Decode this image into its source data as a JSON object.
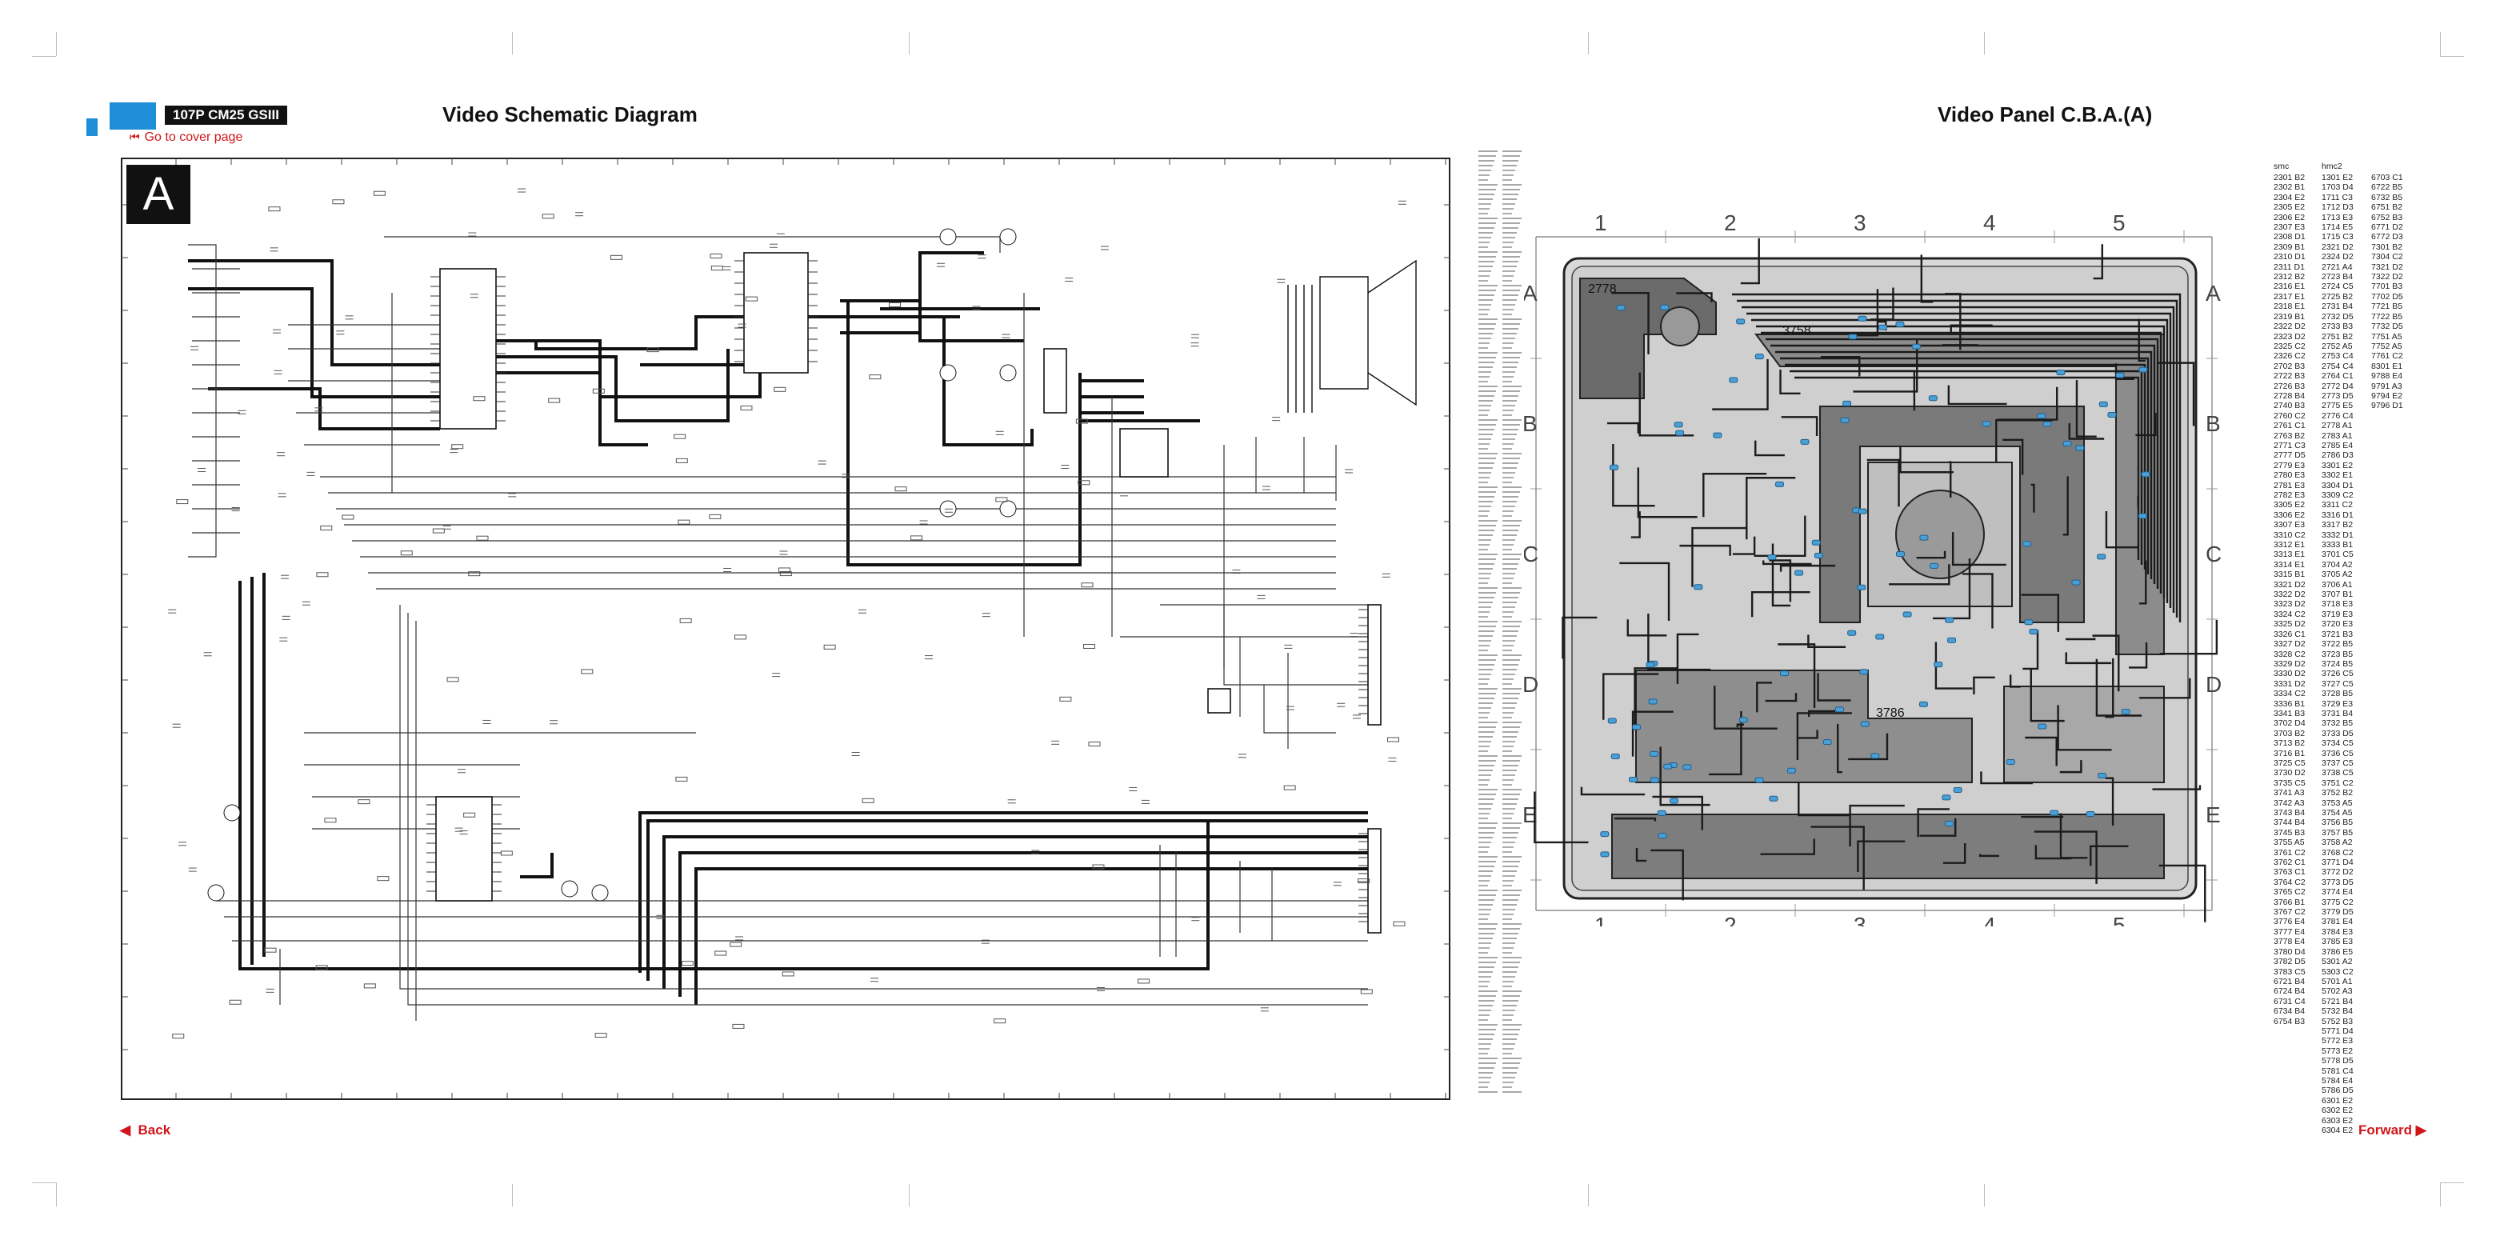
{
  "header": {
    "model_label": "107P CM25 GSIII",
    "cover_link": "Go to cover page",
    "cover_icon": "skip-back-icon"
  },
  "schematic": {
    "title": "Video Schematic Diagram",
    "section_letter": "A"
  },
  "pcb": {
    "title": "Video Panel C.B.A.(A)",
    "columns": [
      "1",
      "2",
      "3",
      "4",
      "5"
    ],
    "rows": [
      "A",
      "B",
      "C",
      "D",
      "E"
    ]
  },
  "navigation": {
    "back_label": "Back",
    "forward_label": "Forward"
  },
  "reference_index": {
    "head_smc": "smc",
    "head_hmc": "hmc2",
    "col1": [
      "2301 B2",
      "2302 B1",
      "2304 E2",
      "2305 E2",
      "2306 E2",
      "2307 E3",
      "2308 D1",
      "2309 B1",
      "2310 D1",
      "2311 D1",
      "2312 B2",
      "2316 E1",
      "2317 E1",
      "2318 E1",
      "2319 B1",
      "2322 D2",
      "2323 D2",
      "2325 C2",
      "2326 C2",
      "2702 B3",
      "2722 B3",
      "2726 B3",
      "2728 B4",
      "2740 B3",
      "2760 C2",
      "2761 C1",
      "2763 B2",
      "2771 C3",
      "2777 D5",
      "2779 E3",
      "2780 E3",
      "2781 E3",
      "2782 E3",
      "3305 E2",
      "3306 E2",
      "3307 E3",
      "3310 C2",
      "3312 E1",
      "3313 E1",
      "3314 E1",
      "3315 B1",
      "3321 D2",
      "3322 D2",
      "3323 D2",
      "3324 C2",
      "3325 D2",
      "3326 C1",
      "3327 D2",
      "3328 C2",
      "3329 D2",
      "3330 D2",
      "3331 D2",
      "3334 C2",
      "3336 B1",
      "3341 B3",
      "3702 D4",
      "3703 B2",
      "3713 B2",
      "3716 B1",
      "3725 C5",
      "3730 D2",
      "3735 C5",
      "3741 A3",
      "3742 A3",
      "3743 B4",
      "3744 B4",
      "3745 B3",
      "3755 A5",
      "3761 C2",
      "3762 C1",
      "3763 C1",
      "3764 C2",
      "3765 C2",
      "3766 B1",
      "3767 C2",
      "3776 E4",
      "3777 E4",
      "3778 E4",
      "3780 D4",
      "3782 D5",
      "3783 C5",
      "6721 B4",
      "6724 B4",
      "6731 C4",
      "6734 B4",
      "6754 B3"
    ],
    "col2": [
      "1301 E2",
      "1703 D4",
      "1711 C3",
      "1712 D3",
      "1713 E3",
      "1714 E5",
      "1715 C3",
      "2321 D2",
      "2324 D2",
      "2721 A4",
      "2723 B4",
      "2724 C5",
      "2725 B2",
      "2731 B4",
      "2732 D5",
      "2733 B3",
      "2751 B2",
      "2752 A5",
      "2753 C4",
      "2754 C4",
      "2764 C1",
      "2772 D4",
      "2773 D5",
      "2775 E5",
      "2776 C4",
      "2778 A1",
      "2783 A1",
      "2785 E4",
      "2786 D3",
      "3301 E2",
      "3302 E1",
      "3304 D1",
      "3309 C2",
      "3311 C2",
      "3316 D1",
      "3317 B2",
      "3332 D1",
      "3333 B1",
      "3701 C5",
      "3704 A2",
      "3705 A2",
      "3706 A1",
      "3707 B1",
      "3718 E3",
      "3719 E3",
      "3720 E3",
      "3721 B3",
      "3722 B5",
      "3723 B5",
      "3724 B5",
      "3726 C5",
      "3727 C5",
      "3728 B5",
      "3729 E3",
      "3731 B4",
      "3732 B5",
      "3733 D5",
      "3734 C5",
      "3736 C5",
      "3737 C5",
      "3738 C5",
      "3751 C2",
      "3752 B2",
      "3753 A5",
      "3754 A5",
      "3756 B5",
      "3757 B5",
      "3758 A2",
      "3768 C2",
      "3771 D4",
      "3772 D2",
      "3773 D5",
      "3774 E4",
      "3775 C2",
      "3779 D5",
      "3781 E4",
      "3784 E3",
      "3785 E3",
      "3786 E5",
      "5301 A2",
      "5303 C2",
      "5701 A1",
      "5702 A3",
      "5721 B4",
      "5732 B4",
      "5752 B3",
      "5771 D4",
      "5772 E3",
      "5773 E2",
      "5778 D5",
      "5781 C4",
      "5784 E4",
      "5786 D5",
      "6301 E2",
      "6302 E2",
      "6303 E2",
      "6304 E2"
    ],
    "col3": [
      "6703 C1",
      "6722 B5",
      "6732 B5",
      "6751 B2",
      "6752 B3",
      "6771 D2",
      "6772 D3",
      "7301 B2",
      "7304 C2",
      "7321 D2",
      "7322 D2",
      "7701 B3",
      "7702 D5",
      "7721 B5",
      "7722 B5",
      "7732 D5",
      "7751 A5",
      "7752 A5",
      "7761 C2",
      "8301 E1",
      "9788 E4",
      "9791 A3",
      "9794 E2",
      "9796 D1"
    ]
  }
}
